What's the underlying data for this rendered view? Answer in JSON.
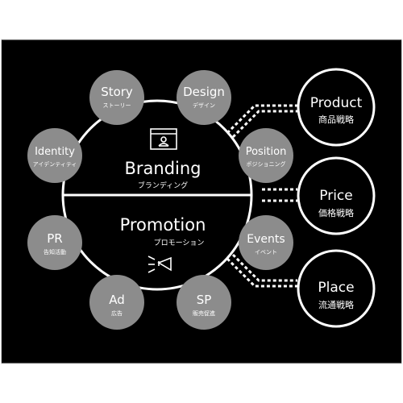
{
  "colors": {
    "background": "#000000",
    "panel_border": "#d9d9d9",
    "page": "#ffffff",
    "node_fill": "#8c8c8c",
    "line": "#ffffff"
  },
  "center": {
    "title": "Branding",
    "title_sub": "ブランディング",
    "bottom_title": "Promotion",
    "bottom_sub": "プロモーション",
    "top_icon": "browser-profile-icon",
    "bottom_icon": "megaphone-icon"
  },
  "nodes": [
    {
      "id": "story",
      "label": "Story",
      "sub": "ストーリー"
    },
    {
      "id": "design",
      "label": "Design",
      "sub": "デザイン"
    },
    {
      "id": "identity",
      "label": "Identity",
      "sub": "アイデンティティ"
    },
    {
      "id": "position",
      "label": "Position",
      "sub": "ポジショニング"
    },
    {
      "id": "pr",
      "label": "PR",
      "sub": "告知活動"
    },
    {
      "id": "events",
      "label": "Events",
      "sub": "イベント"
    },
    {
      "id": "ad",
      "label": "Ad",
      "sub": "広告"
    },
    {
      "id": "sp",
      "label": "SP",
      "sub": "販売促進"
    }
  ],
  "strategies": [
    {
      "id": "product",
      "label": "Product",
      "sub": "商品戦略"
    },
    {
      "id": "price",
      "label": "Price",
      "sub": "価格戦略"
    },
    {
      "id": "place",
      "label": "Place",
      "sub": "流通戦略"
    }
  ]
}
